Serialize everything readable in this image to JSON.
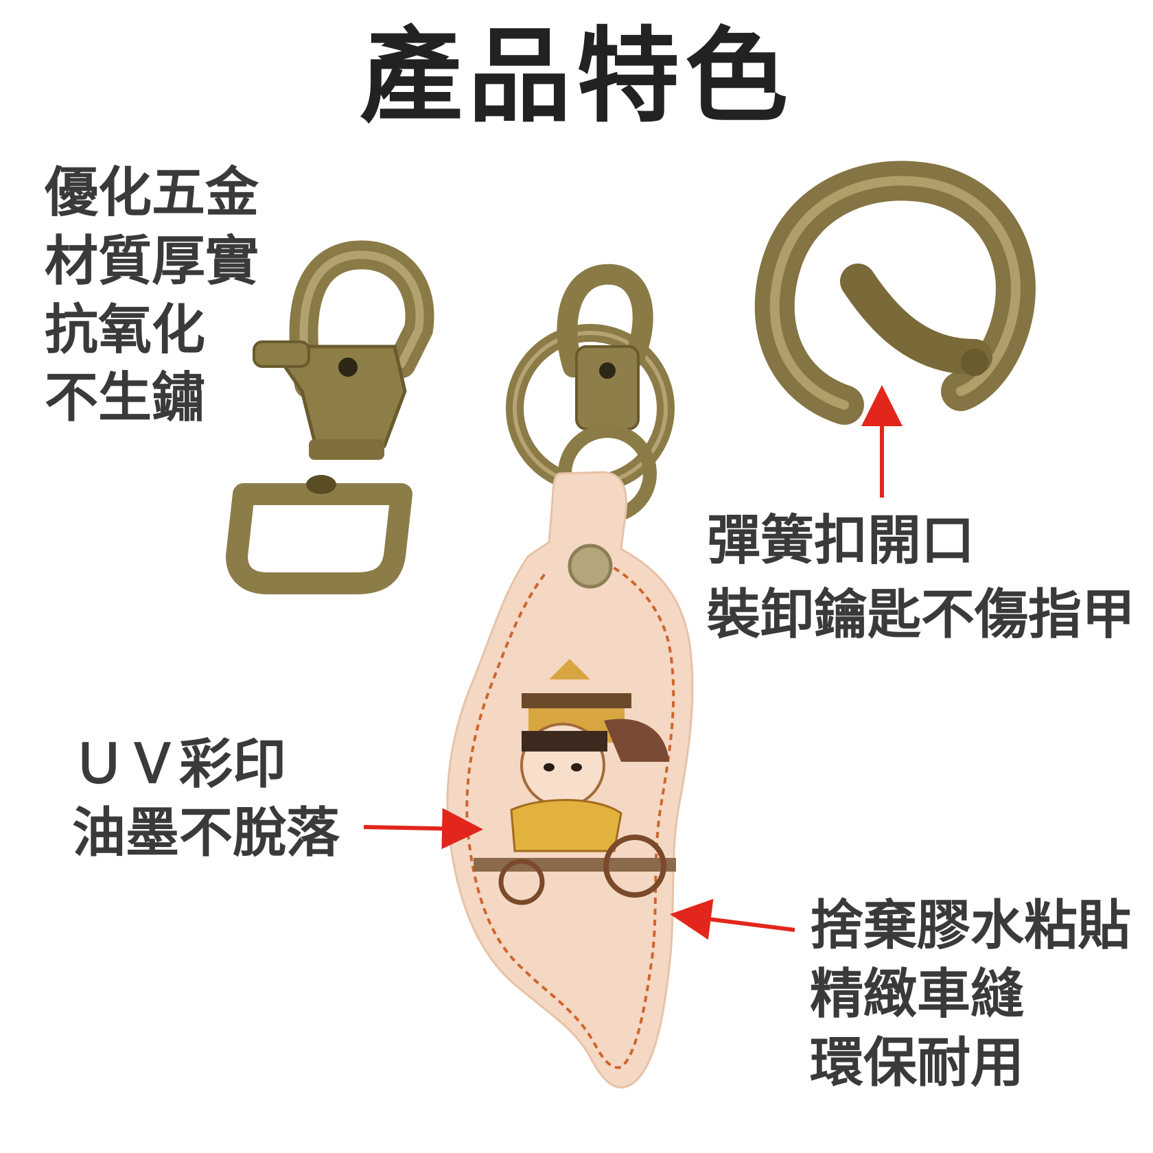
{
  "title": "產品特色",
  "captions": {
    "hardware": [
      "優化五金",
      "材質厚實",
      "抗氧化",
      "不生鏽"
    ],
    "spring_ring": [
      "彈簧扣開口",
      "裝卸鑰匙不傷指甲"
    ],
    "uv_print": [
      "ＵＶ彩印",
      "油墨不脫落"
    ],
    "stitching": [
      "捨棄膠水粘貼",
      "精緻車縫",
      "環保耐用"
    ]
  },
  "colors": {
    "brass": "#8f7f4b",
    "leather": "#f4d8c4",
    "stitch": "#d0652c",
    "arrow": "#e2261b"
  }
}
